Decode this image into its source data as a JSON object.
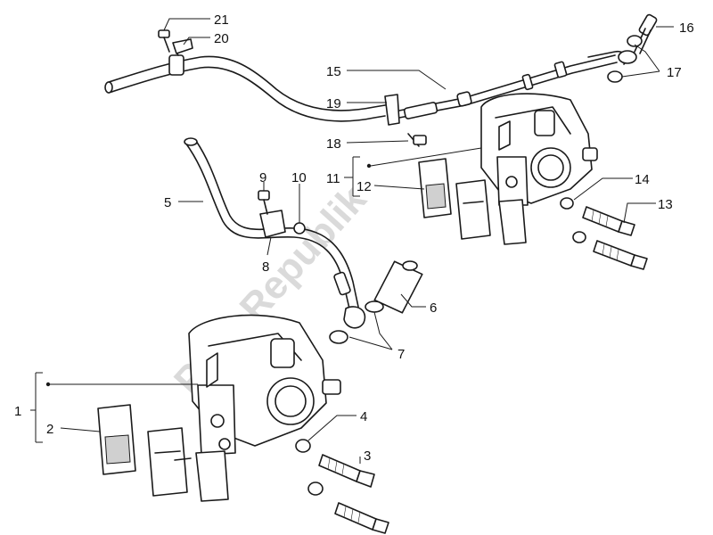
{
  "watermark_text": "PartsRepublik",
  "callouts": {
    "c1": "1",
    "c2": "2",
    "c3": "3",
    "c4": "4",
    "c5": "5",
    "c6": "6",
    "c7": "7",
    "c8": "8",
    "c9": "9",
    "c10": "10",
    "c11": "11",
    "c12": "12",
    "c13": "13",
    "c14": "14",
    "c15": "15",
    "c16": "16",
    "c17": "17",
    "c18": "18",
    "c19": "19",
    "c20": "20",
    "c21": "21"
  },
  "colors": {
    "line": "#1a1a1a",
    "watermark": "#bdbdbd",
    "background": "#ffffff"
  }
}
